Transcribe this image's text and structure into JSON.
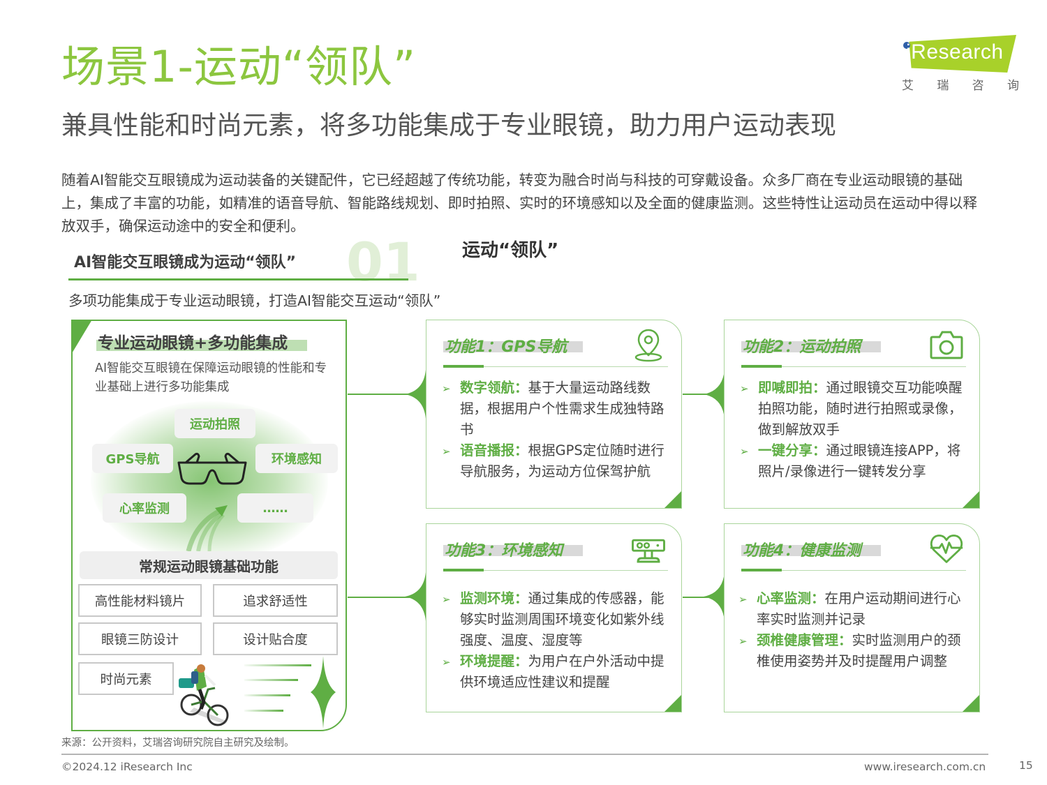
{
  "header": {
    "title": "场景1-运动“领队”",
    "subtitle": "兼具性能和时尚元素，将多功能集成于专业眼镜，助力用户运动表现",
    "logo": {
      "brand": "iResearch",
      "cn_chars": [
        "艾",
        "瑞",
        "咨",
        "询"
      ],
      "brand_color": "#a8d12a",
      "dot_color": "#2f5fa8"
    }
  },
  "intro": "随着AI智能交互眼镜成为运动装备的关键配件，它已经超越了传统功能，转变为融合时尚与科技的可穿戴设备。众多厂商在专业运动眼镜的基础上，集成了丰富的功能，如精准的语音导航、智能路线规划、即时拍照、实时的环境感知以及全面的健康监测。这些特性让运动员在运动中得以释放双手，确保运动途中的安全和便利。",
  "section": {
    "title": "AI智能交互眼镜成为运动“领队”",
    "number": "01",
    "right_heading": "运动“领队”",
    "subtitle": "多项功能集成于专业运动眼镜，打造AI智能交互运动“领队”"
  },
  "left_panel": {
    "title": "专业运动眼镜+多功能集成",
    "description": "AI智能交互眼镜在保障运动眼镜的性能和专业基础上进行多功能集成",
    "feature_chips": [
      "运动拍照",
      "GPS导航",
      "环境感知",
      "心率监测",
      "……"
    ],
    "base_title": "常规运动眼镜基础功能",
    "base_items": [
      "高性能材料镜片",
      "追求舒适性",
      "眼镜三防设计",
      "设计贴合度",
      "时尚元素"
    ]
  },
  "cards": [
    {
      "title": "功能1：GPS导航",
      "icon": "location-pin-icon",
      "bullets": [
        {
          "keyword": "数字领航：",
          "text": "基于大量运动路线数据，根据用户个性需求生成独特路书"
        },
        {
          "keyword": "语音播报：",
          "text": "根据GPS定位随时进行导航服务，为运动方位保驾护航"
        }
      ]
    },
    {
      "title": "功能2：运动拍照",
      "icon": "camera-icon",
      "bullets": [
        {
          "keyword": "即喊即拍：",
          "text": "通过眼镜交互功能唤醒拍照功能，随时进行拍照或录像，做到解放双手"
        },
        {
          "keyword": "一键分享：",
          "text": "通过眼镜连接APP，将照片/录像进行一键转发分享"
        }
      ]
    },
    {
      "title": "功能3：环境感知",
      "icon": "sensor-device-icon",
      "bullets": [
        {
          "keyword": "监测环境：",
          "text": "通过集成的传感器，能够实时监测周围环境变化如紫外线强度、温度、湿度等"
        },
        {
          "keyword": "环境提醒：",
          "text": "为用户在户外活动中提供环境适应性建议和提醒"
        }
      ]
    },
    {
      "title": "功能4：健康监测",
      "icon": "heart-pulse-icon",
      "bullets": [
        {
          "keyword": "心率监测：",
          "text": "在用户运动期间进行心率实时监测并记录"
        },
        {
          "keyword": "颈椎健康管理：",
          "text": "实时监测用户的颈椎使用姿势并及时提醒用户调整"
        }
      ]
    }
  ],
  "footer": {
    "source": "来源：公开资料，艾瑞咨询研究院自主研究及绘制。",
    "copyright": "©2024.12 iResearch Inc",
    "website": "www.iresearch.com.cn",
    "page_number": "15"
  },
  "colors": {
    "accent_green": "#5fae44",
    "title_green": "#8cc63f",
    "text_gray": "#404040"
  }
}
